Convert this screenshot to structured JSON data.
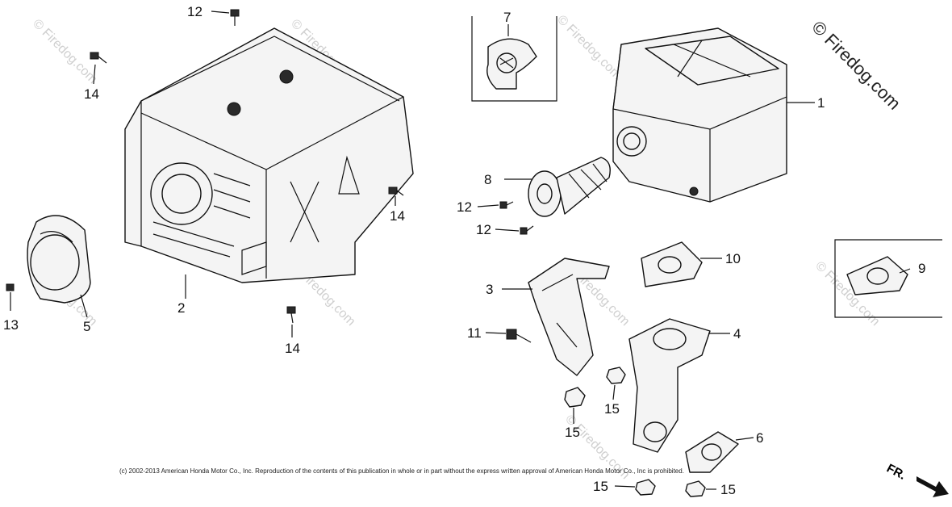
{
  "title": "",
  "watermark": {
    "brand": "© Firedog.com",
    "tiles": [
      "© Firedog.com",
      "© Firedog.com",
      "© Firedog.com",
      "© Firedog.com",
      "© Firedog.com",
      "© Firedog.com",
      "© Firedog.com",
      "© Firedog.com"
    ]
  },
  "copyright": "(c) 2002-2013 American Honda Motor Co., Inc. Reproduction of the contents of this publication in whole or in part without the express written approval of American Honda Motor Co., Inc is prohibited.",
  "front_indicator": "FR.",
  "callouts": [
    {
      "id": "c-12a",
      "label": "12"
    },
    {
      "id": "c-14a",
      "label": "14"
    },
    {
      "id": "c-2",
      "label": "2"
    },
    {
      "id": "c-13",
      "label": "13"
    },
    {
      "id": "c-5",
      "label": "5"
    },
    {
      "id": "c-14b",
      "label": "14"
    },
    {
      "id": "c-14c",
      "label": "14"
    },
    {
      "id": "c-7",
      "label": "7"
    },
    {
      "id": "c-1",
      "label": "1"
    },
    {
      "id": "c-8",
      "label": "8"
    },
    {
      "id": "c-12b",
      "label": "12"
    },
    {
      "id": "c-12c",
      "label": "12"
    },
    {
      "id": "c-10",
      "label": "10"
    },
    {
      "id": "c-9",
      "label": "9"
    },
    {
      "id": "c-3",
      "label": "3"
    },
    {
      "id": "c-11",
      "label": "11"
    },
    {
      "id": "c-4",
      "label": "4"
    },
    {
      "id": "c-15a",
      "label": "15"
    },
    {
      "id": "c-15b",
      "label": "15"
    },
    {
      "id": "c-6",
      "label": "6"
    },
    {
      "id": "c-15c",
      "label": "15"
    },
    {
      "id": "c-15d",
      "label": "15"
    }
  ]
}
